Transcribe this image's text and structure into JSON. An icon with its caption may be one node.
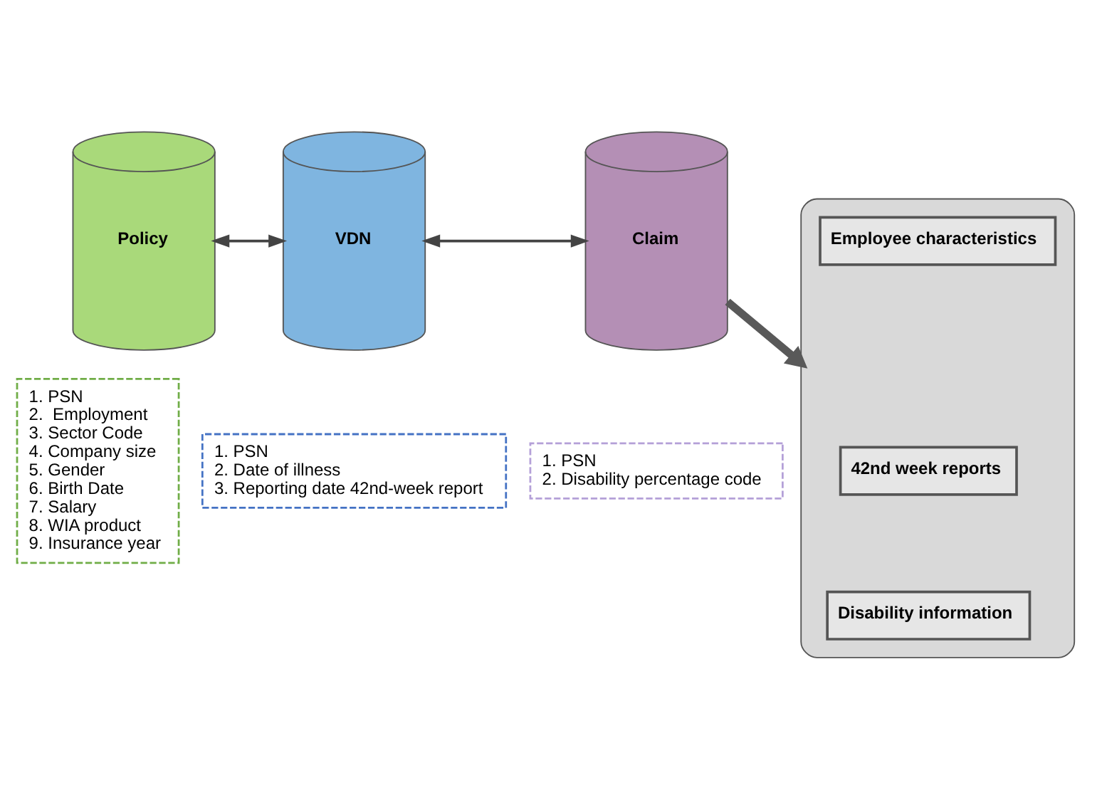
{
  "diagram": {
    "nodes": [
      {
        "text": [
          "Policy"
        ]
      },
      {
        "text": [
          "1. PSN",
          "2.  Employment",
          "3. Sector Code",
          "4. Company size",
          "5. Gender",
          "6. Birth Date",
          "7. Salary",
          "8. WIA product",
          "9. Insurance year"
        ]
      },
      {
        "text": [
          "VDN"
        ]
      },
      {
        "text": [
          "1. PSN",
          "2. Date of illness",
          "3. Reporting date 42nd-week report"
        ]
      },
      {
        "text": [
          "Claim"
        ]
      },
      {
        "text": [
          "1. PSN",
          "2. Disability percentage code"
        ]
      },
      {
        "text": [],
        "shape": "cylinder"
      },
      {
        "text": [
          "Employee characteristics"
        ],
        "in": 6
      },
      {
        "text": [
          "42nd week reports"
        ],
        "in": 6
      },
      {
        "text": [
          "Disability information"
        ],
        "in": 6
      }
    ],
    "edges": [
      {
        "from": 0,
        "to": 2,
        "arrow": "both"
      },
      {
        "from": 2,
        "to": 4,
        "arrow": "both"
      },
      {
        "from": 4,
        "to": 6,
        "arrow": "to",
        "style": "thick",
        "color": "#595959"
      }
    ]
  }
}
